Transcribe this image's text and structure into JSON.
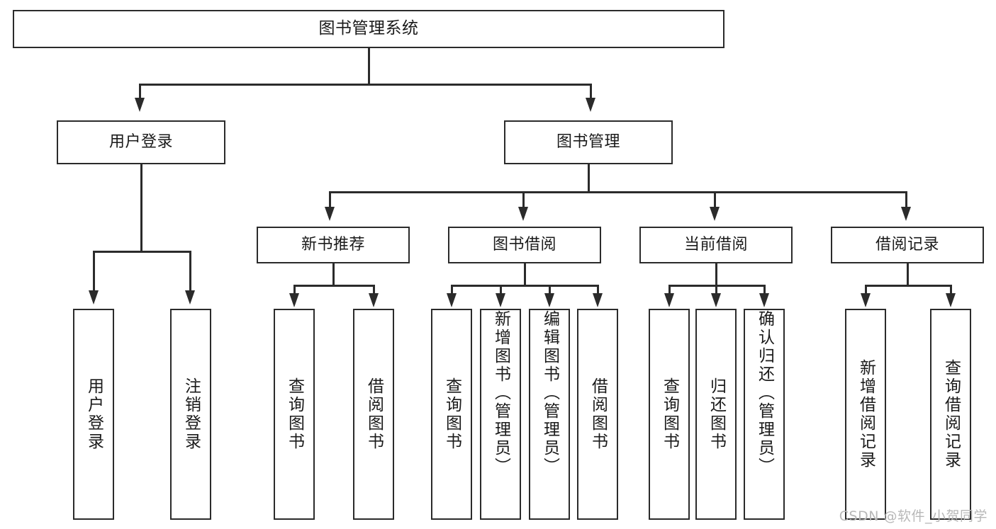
{
  "diagram": {
    "title": "图书管理系统",
    "type": "functional-structure-tree",
    "orientation": "top-down",
    "colors": {
      "stroke": "#2b2b2b",
      "fill": "#ffffff",
      "text": "#1a1a1a",
      "watermark": "#b8b8b8"
    },
    "root": {
      "label": "图书管理系统"
    },
    "level2": [
      {
        "label": "用户登录"
      },
      {
        "label": "图书管理"
      }
    ],
    "level3": [
      {
        "label": "新书推荐"
      },
      {
        "label": "图书借阅"
      },
      {
        "label": "当前借阅"
      },
      {
        "label": "借阅记录"
      }
    ],
    "leaves": {
      "user_login": [
        {
          "label": "用户登录"
        },
        {
          "label": "注销登录"
        }
      ],
      "new_book_recommend": [
        {
          "label": "查询图书"
        },
        {
          "label": "借阅图书"
        }
      ],
      "book_borrow": [
        {
          "label": "查询图书"
        },
        {
          "label": "新增图书（管理员）"
        },
        {
          "label": "编辑图书（管理员）"
        },
        {
          "label": "借阅图书"
        }
      ],
      "current_borrow": [
        {
          "label": "查询图书"
        },
        {
          "label": "归还图书"
        },
        {
          "label": "确认归还（管理员）"
        }
      ],
      "borrow_record": [
        {
          "label": "新增借阅记录"
        },
        {
          "label": "查询借阅记录"
        }
      ]
    }
  },
  "watermark": {
    "text": "CSDN @软件_小贺同学"
  }
}
